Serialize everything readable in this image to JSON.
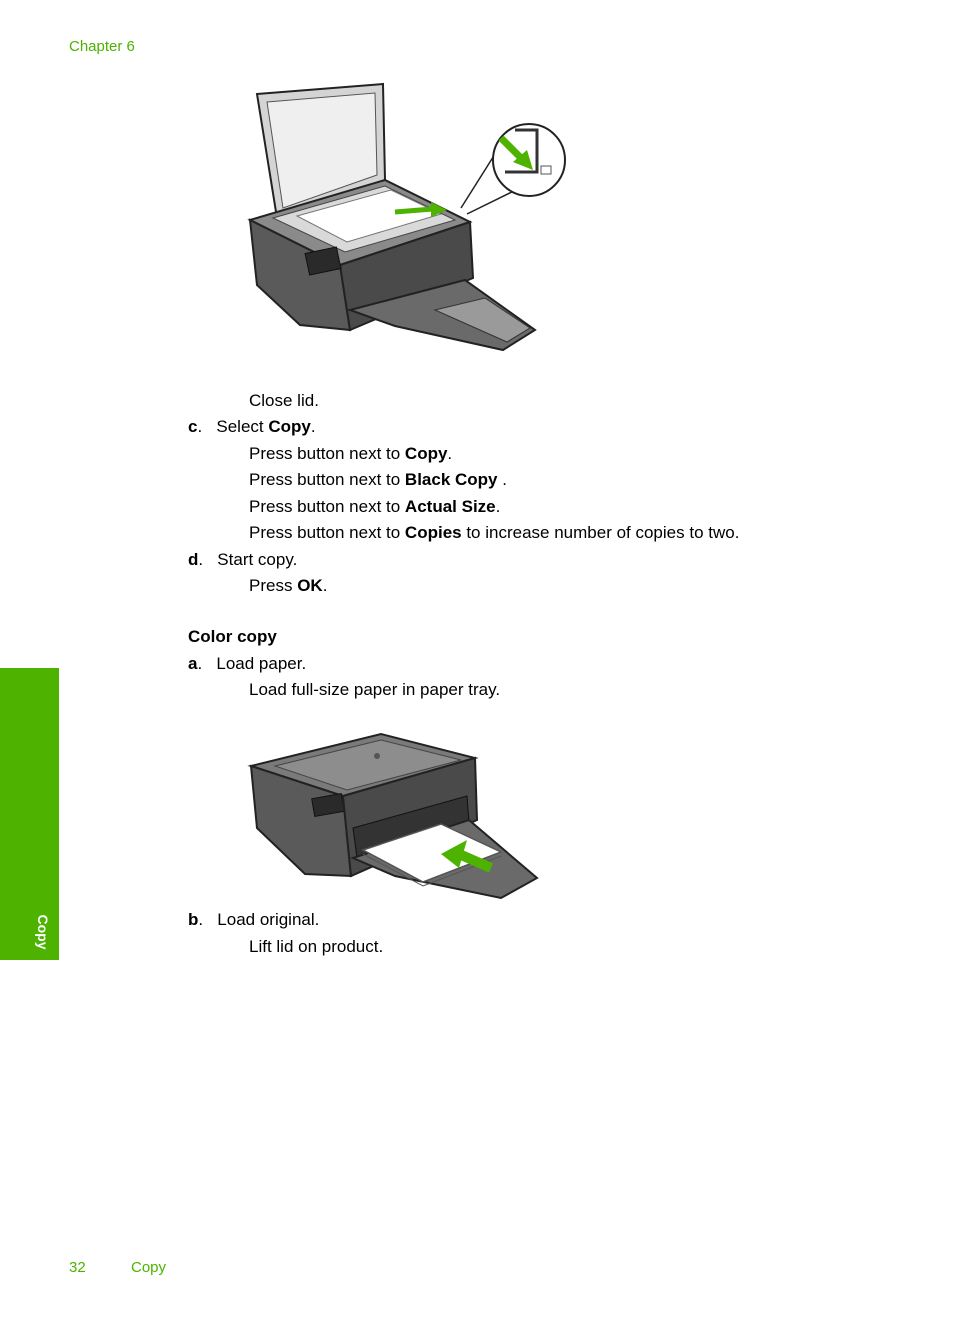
{
  "header": {
    "chapter": "Chapter 6"
  },
  "steps": {
    "close_lid": "Close lid.",
    "c": {
      "letter": "c",
      "sep": ".",
      "text": "Select ",
      "bold": "Copy",
      "end": ".",
      "sub": [
        {
          "pre": "Press button next to ",
          "bold": "Copy",
          "post": "."
        },
        {
          "pre": "Press button next to ",
          "bold": "Black Copy",
          "post": " ."
        },
        {
          "pre": "Press button next to ",
          "bold": "Actual Size",
          "post": "."
        },
        {
          "pre": "Press button next to ",
          "bold": "Copies",
          "post": " to increase number of copies to two."
        }
      ]
    },
    "d": {
      "letter": "d",
      "sep": ".",
      "text": "Start copy.",
      "sub_pre": "Press ",
      "sub_bold": "OK",
      "sub_post": "."
    }
  },
  "color_copy": {
    "heading": "Color copy",
    "a": {
      "letter": "a",
      "sep": ".",
      "text": "Load paper.",
      "sub": "Load full-size paper in paper tray."
    },
    "b": {
      "letter": "b",
      "sep": ".",
      "text": "Load original.",
      "sub": "Lift lid on product."
    }
  },
  "side_tab": {
    "label": "Copy"
  },
  "footer": {
    "page_number": "32",
    "section": "Copy"
  },
  "colors": {
    "accent": "#4db200"
  }
}
